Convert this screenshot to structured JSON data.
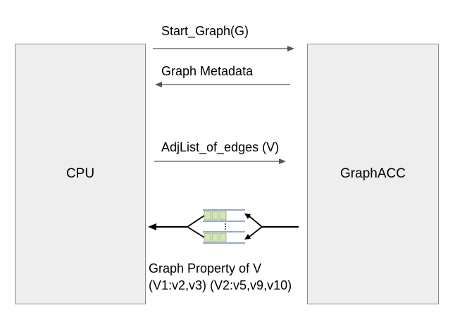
{
  "cpu": {
    "label": "CPU"
  },
  "accelerator": {
    "label": "GraphACC"
  },
  "messages": {
    "start_graph": "Start_Graph(G)",
    "graph_metadata": "Graph Metadata",
    "adjlist_of_edges": "AdjList_of_edges (V)",
    "graph_property_line1": "Graph Property of V",
    "graph_property_line2": "(V1:v2,v3) (V2:v5,v9,v10)"
  },
  "colors": {
    "box_fill": "#eeeeee",
    "box_border": "#8a8a8a",
    "thin_arrow": "#555555",
    "thick_arrow": "#000000",
    "queue_slot": "#d4e6b5",
    "queue_slot_border": "#8aaa66",
    "queue_frame": "#6f8fb0"
  },
  "icons": {
    "queue": "fifo-queue-icon"
  }
}
